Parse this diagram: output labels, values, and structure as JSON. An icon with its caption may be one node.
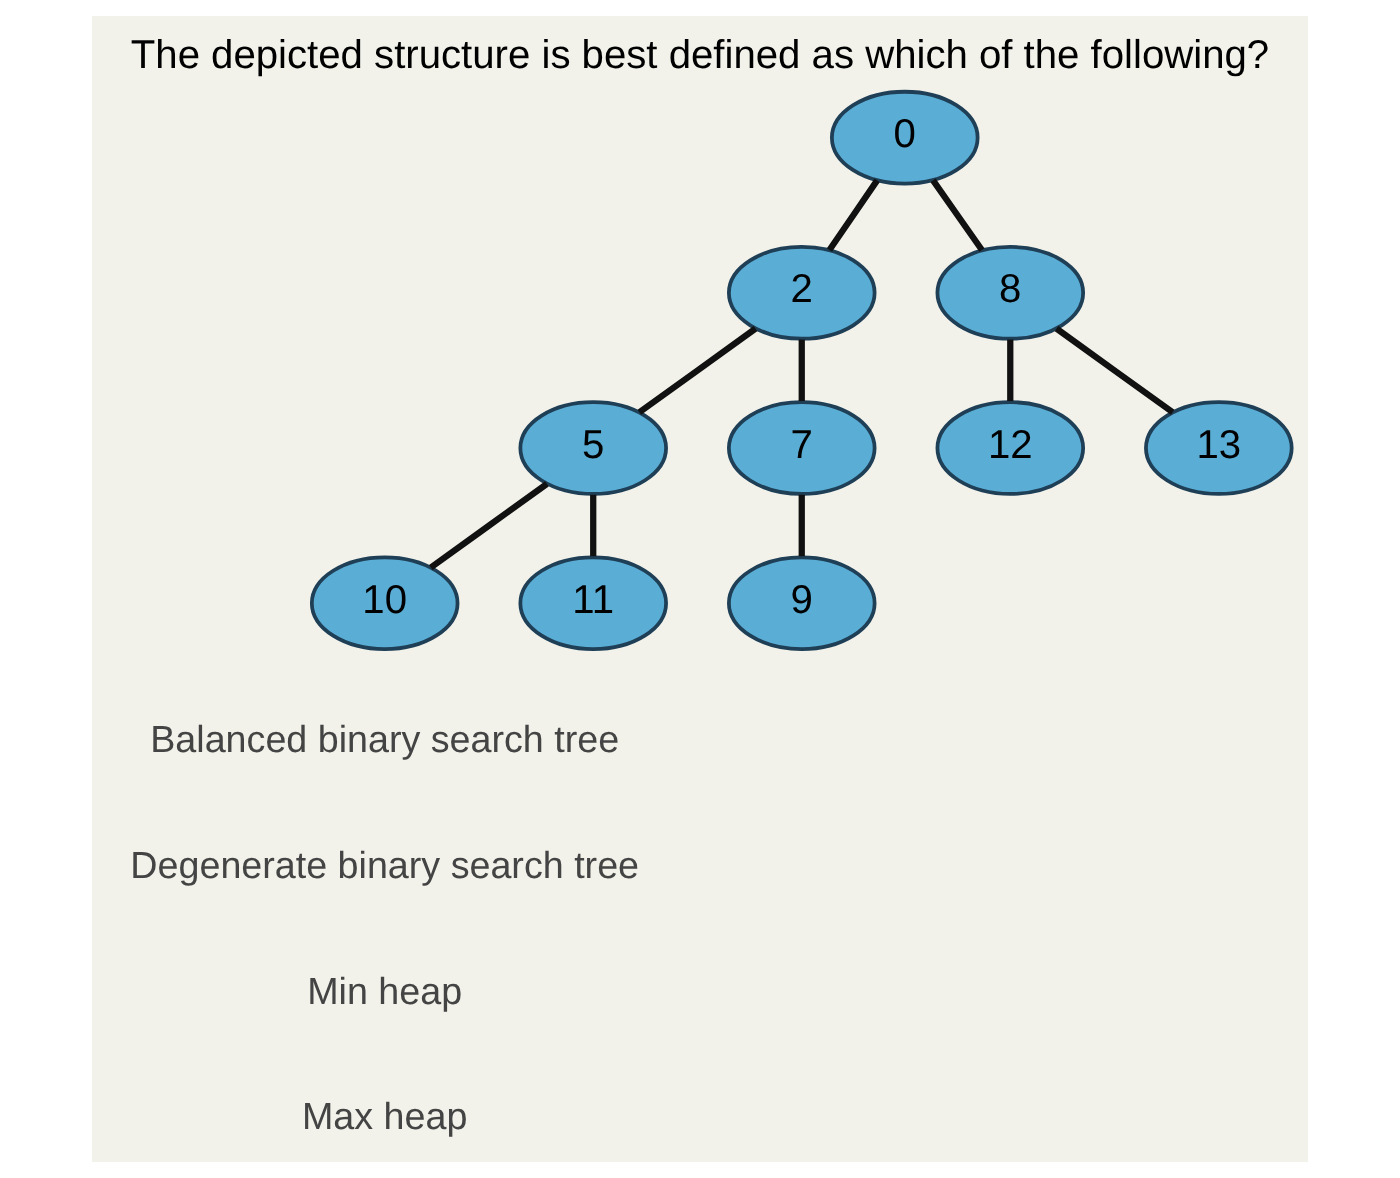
{
  "diagram": {
    "title": "The depicted structure is best defined as which of the following?",
    "nodes": [
      {
        "text": [
          "0"
        ]
      },
      {
        "text": [
          "2"
        ]
      },
      {
        "text": [
          "8"
        ]
      },
      {
        "text": [
          "5"
        ]
      },
      {
        "text": [
          "7"
        ]
      },
      {
        "text": [
          "12"
        ]
      },
      {
        "text": [
          "13"
        ]
      },
      {
        "text": [
          "10"
        ]
      },
      {
        "text": [
          "11"
        ]
      },
      {
        "text": [
          "9"
        ]
      }
    ],
    "edges": [
      {
        "from": 0,
        "to": 1,
        "arrow": "none"
      },
      {
        "from": 0,
        "to": 2,
        "arrow": "none"
      },
      {
        "from": 1,
        "to": 3,
        "arrow": "none"
      },
      {
        "from": 1,
        "to": 4,
        "arrow": "none"
      },
      {
        "from": 2,
        "to": 5,
        "arrow": "none"
      },
      {
        "from": 2,
        "to": 6,
        "arrow": "none"
      },
      {
        "from": 3,
        "to": 7,
        "arrow": "none"
      },
      {
        "from": 3,
        "to": 8,
        "arrow": "none"
      },
      {
        "from": 4,
        "to": 9,
        "arrow": "none"
      }
    ],
    "labels": [
      "Balanced binary search tree",
      "Degenerate binary search tree",
      "Min heap",
      "Max heap"
    ]
  }
}
